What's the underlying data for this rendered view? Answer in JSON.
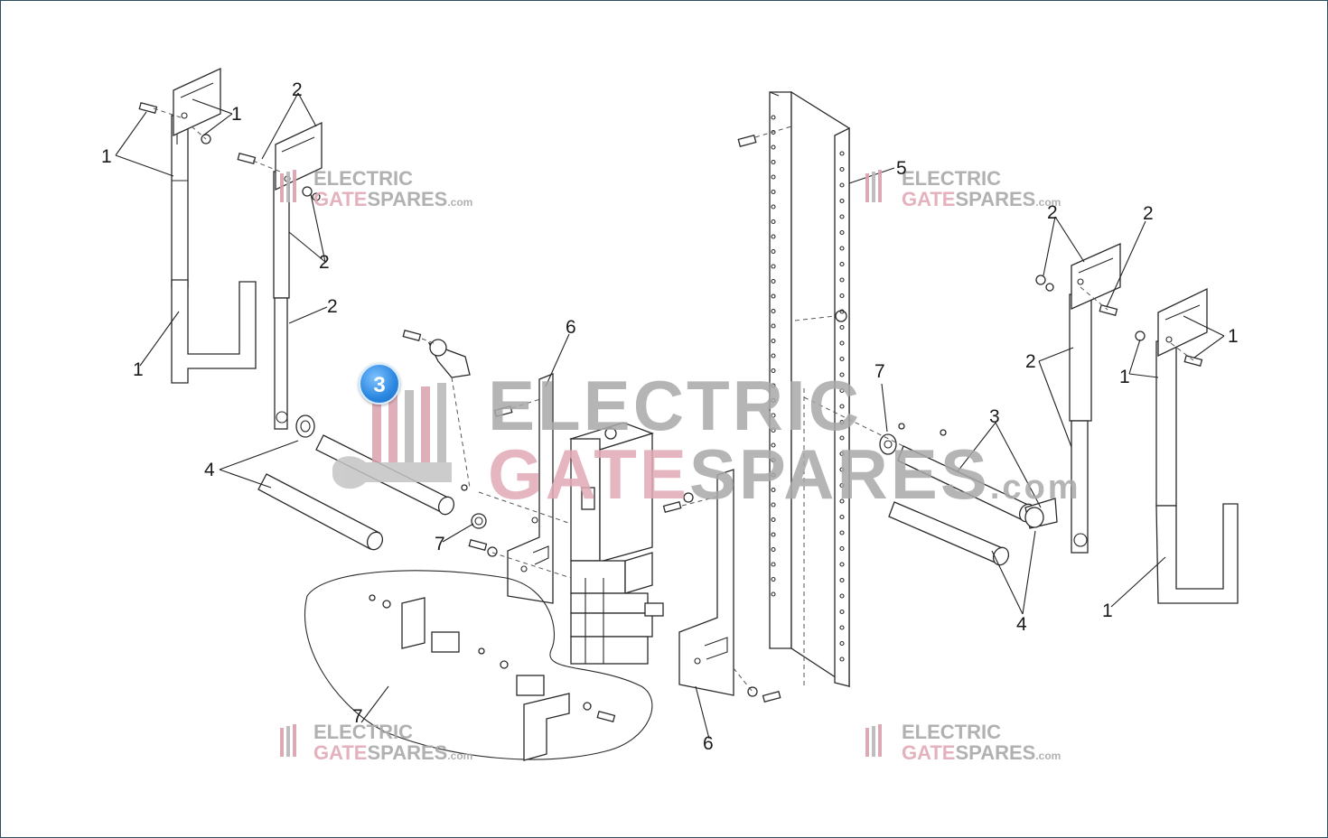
{
  "diagram": {
    "callouts": [
      {
        "id": "c1a",
        "text": "1"
      },
      {
        "id": "c1b",
        "text": "1"
      },
      {
        "id": "c1c",
        "text": "1"
      },
      {
        "id": "c2a",
        "text": "2"
      },
      {
        "id": "c2b",
        "text": "2"
      },
      {
        "id": "c2c",
        "text": "2"
      },
      {
        "id": "c6a",
        "text": "6"
      },
      {
        "id": "c4a",
        "text": "4"
      },
      {
        "id": "c7a",
        "text": "7"
      },
      {
        "id": "c7b",
        "text": "7"
      },
      {
        "id": "c5",
        "text": "5"
      },
      {
        "id": "c6b",
        "text": "6"
      },
      {
        "id": "c2d",
        "text": "2"
      },
      {
        "id": "c2e",
        "text": "2"
      },
      {
        "id": "c2f",
        "text": "2"
      },
      {
        "id": "c1d",
        "text": "1"
      },
      {
        "id": "c1e",
        "text": "1"
      },
      {
        "id": "c7c",
        "text": "7"
      },
      {
        "id": "c3",
        "text": "3"
      },
      {
        "id": "c4b",
        "text": "4"
      },
      {
        "id": "c1f",
        "text": "1"
      }
    ],
    "badge": "3"
  },
  "watermark": {
    "line1": "ELECTRIC",
    "line2_a": "GATE",
    "line2_b": "SPARES",
    "suffix": ".com"
  },
  "colors": {
    "accent": "#2a86e0",
    "watermark_pink": "#e2aab6",
    "watermark_grey": "#a9a9a9"
  }
}
